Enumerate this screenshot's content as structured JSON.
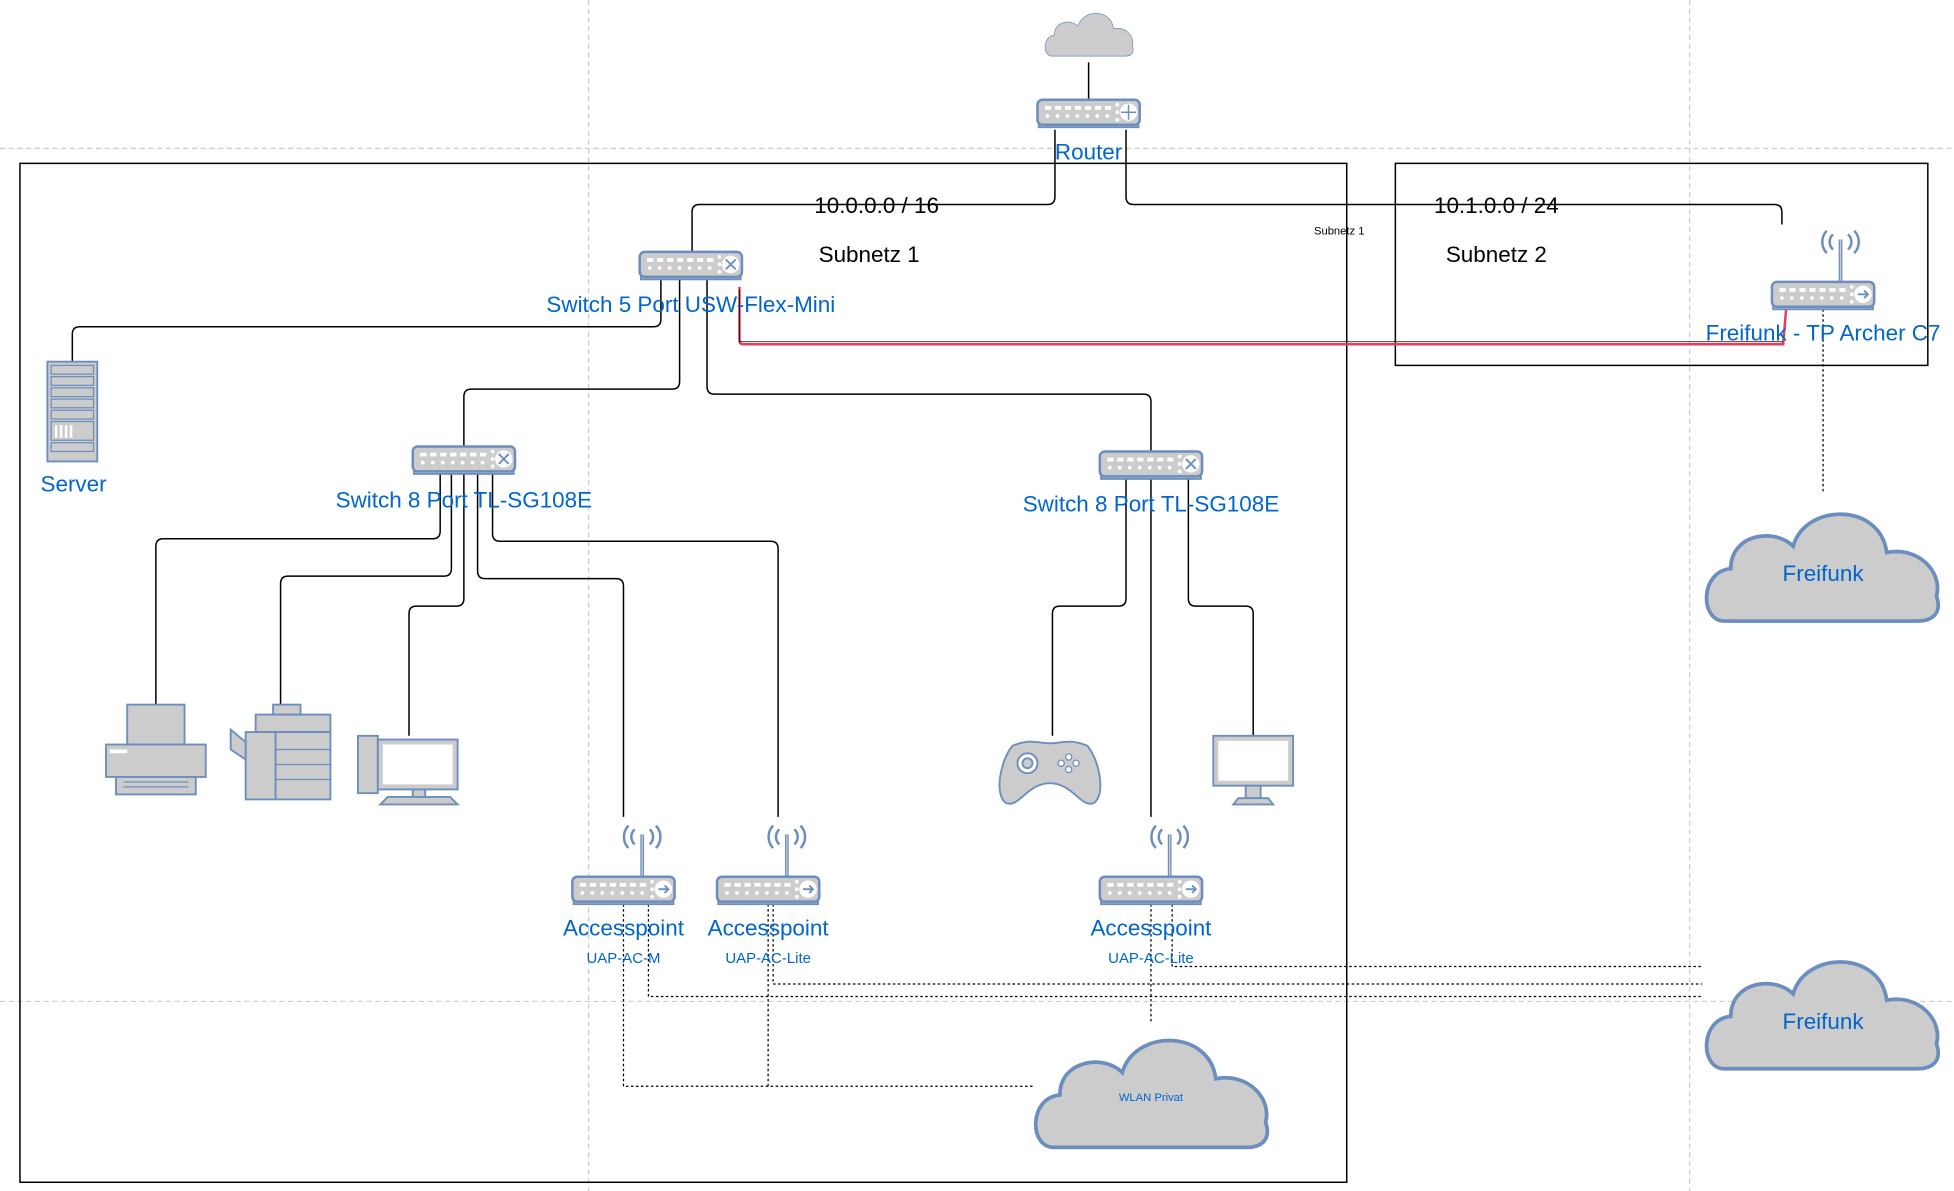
{
  "diagram": {
    "colors": {
      "label_blue": "#0066cc",
      "device_fill": "#cccccc",
      "device_stroke": "#6c8ebf",
      "link_black": "#000000",
      "link_red": "#e0405a",
      "guide_gray": "#cccccc"
    },
    "internet_cloud": {
      "icon": "cloud-icon"
    },
    "router": {
      "label": "Router",
      "icon": "router-icon"
    },
    "subnets": [
      {
        "id": "subnet1",
        "title": "Subnetz 1",
        "network": "10.0.0.0 / 16",
        "small_label": "Subnetz 1"
      },
      {
        "id": "subnet2",
        "title": "Subnetz 2",
        "network": "10.1.0.0 / 24"
      }
    ],
    "core_switch": {
      "label": "Switch 5 Port USW-Flex-Mini",
      "icon": "switch-icon"
    },
    "server": {
      "label": "Server",
      "icon": "server-rack-icon"
    },
    "switches": [
      {
        "label": "Switch 8 Port TL-SG108E",
        "icon": "switch-icon"
      },
      {
        "label": "Switch 8 Port TL-SG108E",
        "icon": "switch-icon"
      }
    ],
    "end_devices": [
      {
        "name": "printer",
        "icon": "printer-icon"
      },
      {
        "name": "copier",
        "icon": "copier-icon"
      },
      {
        "name": "pc",
        "icon": "desktop-pc-icon"
      },
      {
        "name": "game-console",
        "icon": "gamepad-icon"
      },
      {
        "name": "monitor",
        "icon": "monitor-icon"
      }
    ],
    "access_points": [
      {
        "label": "Accesspoint",
        "model": "UAP-AC-M",
        "icon": "wireless-access-point-icon"
      },
      {
        "label": "Accesspoint",
        "model": "UAP-AC-Lite",
        "icon": "wireless-access-point-icon"
      },
      {
        "label": "Accesspoint",
        "model": "UAP-AC-Lite",
        "icon": "wireless-access-point-icon"
      }
    ],
    "freifunk_router": {
      "label": "Freifunk - TP Archer C7",
      "icon": "wireless-router-icon"
    },
    "clouds": [
      {
        "label": "Freifunk",
        "icon": "cloud-icon"
      },
      {
        "label": "Freifunk",
        "icon": "cloud-icon"
      },
      {
        "label": "WLAN Privat",
        "icon": "cloud-icon"
      }
    ]
  }
}
